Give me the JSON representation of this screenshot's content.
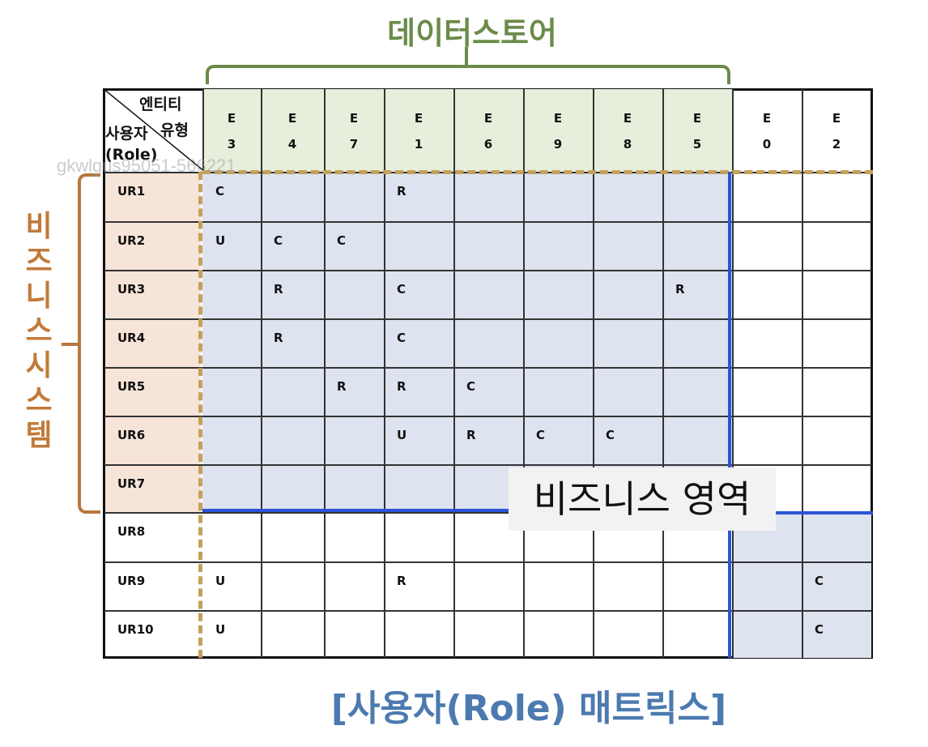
{
  "top_title": "데이터스토어",
  "side_title_chars": [
    "비",
    "즈",
    "니",
    "스",
    "시",
    "스",
    "템"
  ],
  "matrix": {
    "corner_top": "엔티티",
    "corner_mid": "유형",
    "corner_left": "사용자",
    "corner_role": "(Role)",
    "columns": [
      {
        "top": "E",
        "bottom": "3"
      },
      {
        "top": "E",
        "bottom": "4"
      },
      {
        "top": "E",
        "bottom": "7"
      },
      {
        "top": "E",
        "bottom": "1"
      },
      {
        "top": "E",
        "bottom": "6"
      },
      {
        "top": "E",
        "bottom": "9"
      },
      {
        "top": "E",
        "bottom": "8"
      },
      {
        "top": "E",
        "bottom": "5"
      },
      {
        "top": "E",
        "bottom": "0"
      },
      {
        "top": "E",
        "bottom": "2"
      }
    ],
    "rows": [
      {
        "label": "UR1",
        "cells": [
          "C",
          "",
          "",
          "R",
          "",
          "",
          "",
          "",
          "",
          ""
        ]
      },
      {
        "label": "UR2",
        "cells": [
          "U",
          "C",
          "C",
          "",
          "",
          "",
          "",
          "",
          "",
          ""
        ]
      },
      {
        "label": "UR3",
        "cells": [
          "",
          "R",
          "",
          "C",
          "",
          "",
          "",
          "R",
          "",
          ""
        ]
      },
      {
        "label": "UR4",
        "cells": [
          "",
          "R",
          "",
          "C",
          "",
          "",
          "",
          "",
          "",
          ""
        ]
      },
      {
        "label": "UR5",
        "cells": [
          "",
          "",
          "R",
          "R",
          "C",
          "",
          "",
          "",
          "",
          ""
        ]
      },
      {
        "label": "UR6",
        "cells": [
          "",
          "",
          "",
          "U",
          "R",
          "C",
          "C",
          "",
          "",
          ""
        ]
      },
      {
        "label": "UR7",
        "cells": [
          "",
          "",
          "",
          "",
          "",
          "",
          "",
          "",
          "",
          ""
        ]
      },
      {
        "label": "UR8",
        "cells": [
          "",
          "",
          "",
          "",
          "",
          "",
          "",
          "",
          "",
          ""
        ]
      },
      {
        "label": "UR9",
        "cells": [
          "U",
          "",
          "",
          "R",
          "",
          "",
          "",
          "",
          "",
          "C"
        ]
      },
      {
        "label": "UR10",
        "cells": [
          "U",
          "",
          "",
          "",
          "",
          "",
          "",
          "",
          "",
          "C"
        ]
      }
    ]
  },
  "business_area_label": "비즈니스 영역",
  "watermark": "gkwlgus95051-566221",
  "bottom_title": "[사용자(Role) 매트릭스]",
  "colors": {
    "top_green": "#6b8b4a",
    "header_green_fill": "#e7efdc",
    "side_orange": "#c27a3a",
    "role_fill": "#f7e4d8",
    "business_fill": "#dde3ef",
    "blue_line": "#2b53d6",
    "dash_gold": "#c4a15b",
    "bottom_blue": "#4c7ab0"
  }
}
